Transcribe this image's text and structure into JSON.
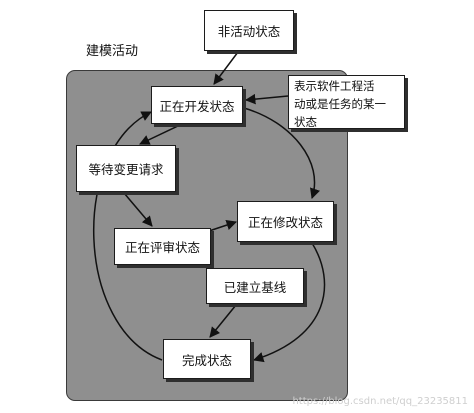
{
  "region": {
    "label": "建模活动"
  },
  "states": {
    "inactive": "非活动状态",
    "under_development": "正在开发状态",
    "awaiting_changes": "等待变更请求",
    "under_revision": "正在修改状态",
    "under_review": "正在评审状态",
    "baselined": "已建立基线",
    "done": "完成状态"
  },
  "note": {
    "lines": [
      "表示软件工程活",
      "动或是任务的某一",
      "状态"
    ]
  },
  "watermark": "https://blog.csdn.net/qq_23235811",
  "colors": {
    "region_fill": "#8f8f8f",
    "box_fill": "#ffffff",
    "stroke": "#1c1c1c",
    "shadow": "#2f2f2f"
  }
}
